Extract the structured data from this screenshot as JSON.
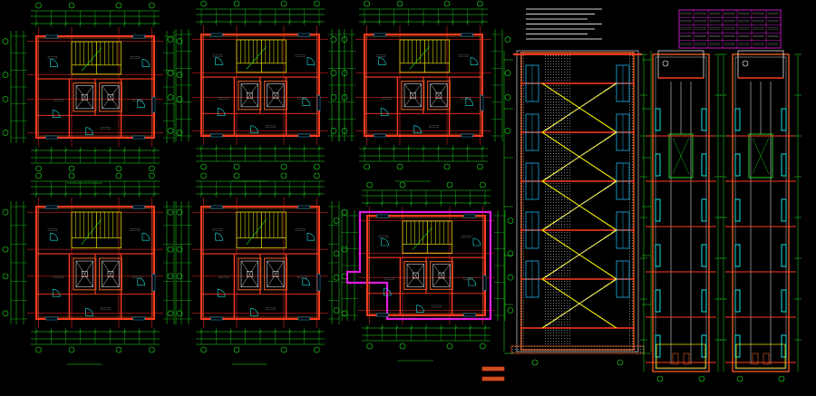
{
  "drawing": {
    "background": "#000000",
    "colors": {
      "wall": "#ff3b1f",
      "wall_fill": "#c8501e",
      "dim": "#22e622",
      "axis": "#ff2a2a",
      "stair": "#f5f000",
      "elevator": "#ffffff",
      "door": "#18e0e0",
      "text": "#cfcfcf",
      "table_border": "#d020d0",
      "hatch": "#b8b8b8",
      "window": "#20b0e8"
    }
  },
  "plans": [
    {
      "id": "plan-1",
      "title": ""
    },
    {
      "id": "plan-2",
      "title": ""
    },
    {
      "id": "plan-3",
      "title": ""
    },
    {
      "id": "plan-4",
      "title": ""
    },
    {
      "id": "plan-5",
      "title": ""
    },
    {
      "id": "plan-6",
      "title": ""
    }
  ],
  "notes_block": {
    "lines": [
      "",
      "",
      "",
      "",
      "",
      ""
    ]
  },
  "door_table": {
    "rows": 5,
    "cols": 7
  },
  "sections": [
    {
      "id": "section-stair",
      "type": "stair"
    },
    {
      "id": "section-elevator-1",
      "type": "elevator"
    },
    {
      "id": "section-elevator-2",
      "type": "elevator"
    }
  ],
  "legend": {
    "items": [
      "",
      ""
    ]
  }
}
